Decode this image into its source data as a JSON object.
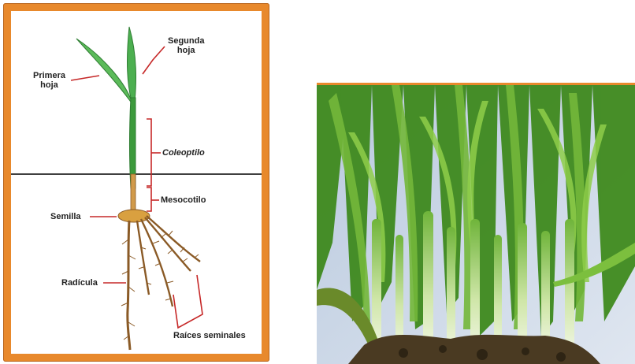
{
  "diagram": {
    "labels": {
      "segunda_hoja": "Segunda\nhoja",
      "primera_hoja": "Primera\nhoja",
      "coleoptilo": "Coleoptilo",
      "mesocotilo": "Mesocotilo",
      "semilla": "Semilla",
      "radicula": "Radícula",
      "raices_seminales": "Raíces seminales"
    },
    "colors": {
      "frame": "#e8892c",
      "leaf": "#4caf50",
      "stem": "#3c9a3c",
      "mesocotyl": "#d19a4a",
      "root": "#8a5a26",
      "leader": "#c62828",
      "soil_line": "#000000"
    }
  },
  "photo": {
    "subject": "seedlings-photo",
    "colors": {
      "background": "#c9d6e8",
      "leaf_dark": "#3f8a1e",
      "leaf_light": "#8fce4a",
      "stem_pale": "#e3efc9",
      "soil": "#4a3a22"
    }
  }
}
